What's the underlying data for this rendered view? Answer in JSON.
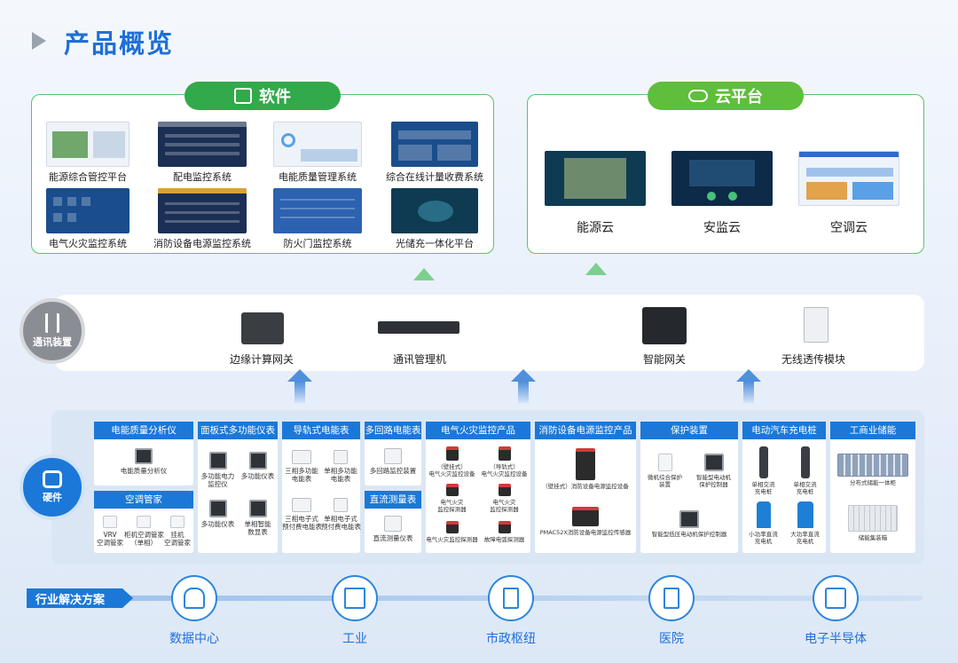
{
  "page": {
    "title": "产品概览"
  },
  "software": {
    "title": "软件",
    "items": [
      "能源综合管控平台",
      "配电监控系统",
      "电能质量管理系统",
      "综合在线计量收费系统",
      "电气火灾监控系统",
      "消防设备电源监控系统",
      "防火门监控系统",
      "光储充一体化平台"
    ]
  },
  "cloud": {
    "title": "云平台",
    "items": [
      "能源云",
      "安监云",
      "空调云"
    ]
  },
  "comms": {
    "badge": "通讯装置",
    "devices": [
      "边缘计算网关",
      "通讯管理机",
      "智能网关",
      "无线透传模块"
    ]
  },
  "hardware": {
    "badge": "硬件",
    "columns": [
      {
        "title": "电能质量分析仪",
        "items": [
          "电能质量分析仪"
        ]
      },
      {
        "title": "空调管家",
        "items": [
          "VRV\n空调管家",
          "柜机空调管家\n（单相）",
          "挂机\n空调管家"
        ]
      },
      {
        "title": "面板式多功能仪表",
        "items": [
          "多功能电力\n监控仪",
          "多功能仪表",
          "多功能仪表",
          "单相智能\n数显表"
        ]
      },
      {
        "title": "导轨式电能表",
        "items": [
          "三相多功能\n电能表",
          "单相多功能\n电能表",
          "三相电子式\n预付费电能表",
          "单相电子式\n预付费电能表"
        ]
      },
      {
        "title": "多回路电能表",
        "items": [
          "多回路监控装置"
        ]
      },
      {
        "title": "直流测量表",
        "items": [
          "直流测量仪表"
        ]
      },
      {
        "title": "电气火灾监控产品",
        "items": [
          "（壁挂式）\n电气火灾监控设备",
          "（导轨式）\n电气火灾监控设备",
          "电气火灾\n监控探测器",
          "电气火灾\n监控探测器",
          "电气火灾监控探测器",
          "故障电弧探测器"
        ]
      },
      {
        "title": "消防设备电源监控产品",
        "items": [
          "（壁挂式）消防设备电源监控设备",
          "PMAC52X消防设备电源监控传感器"
        ]
      },
      {
        "title": "保护装置",
        "items": [
          "微机综合保护\n装置",
          "智能型电动机\n保护控制器",
          "智能型低压电动机保护控制器"
        ]
      },
      {
        "title": "电动汽车充电桩",
        "items": [
          "单相交流\n充电桩",
          "单相交流\n充电桩",
          "小功率直流\n充电机",
          "大功率直流\n充电机"
        ]
      },
      {
        "title": "工商业储能",
        "items": [
          "分布式储能一体柜",
          "储能集装箱"
        ]
      }
    ]
  },
  "industry": {
    "title": "行业解决方案",
    "items": [
      "数据中心",
      "工业",
      "市政枢纽",
      "医院",
      "电子半导体"
    ]
  },
  "colors": {
    "primary": "#1b78d8",
    "green": "#32a94a",
    "title": "#1f6fd8"
  }
}
